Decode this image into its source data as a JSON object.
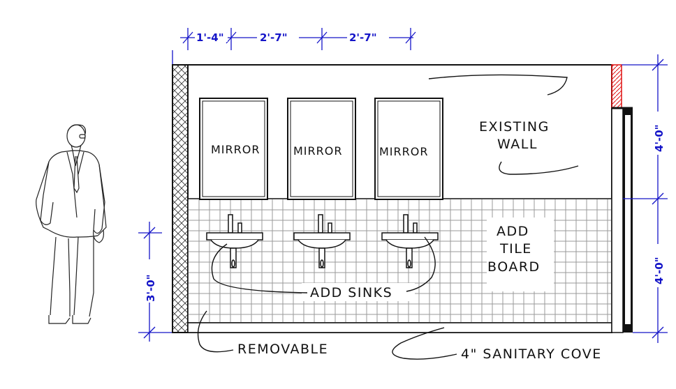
{
  "drawing": {
    "dimensions_top": [
      "1'-4\"",
      "2'-7\"",
      "2'-7\""
    ],
    "dim_left": "3'-0\"",
    "dim_right_upper": "4'-0\"",
    "dim_right_lower": "4'-0\"",
    "mirror_labels": [
      "MIRROR",
      "MIRROR",
      "MIRROR"
    ],
    "existing_wall": [
      "EXISTING",
      "WALL"
    ],
    "tile_board": [
      "ADD",
      "TILE",
      "BOARD"
    ],
    "add_sinks": "ADD SINKS",
    "removable": "REMOVABLE",
    "sanitary_cove": "4\" SANITARY COVE",
    "colors": {
      "dimension": "#1414c8",
      "line": "#111111",
      "highlight": "#e01010",
      "grout": "#9a9a9a"
    }
  }
}
